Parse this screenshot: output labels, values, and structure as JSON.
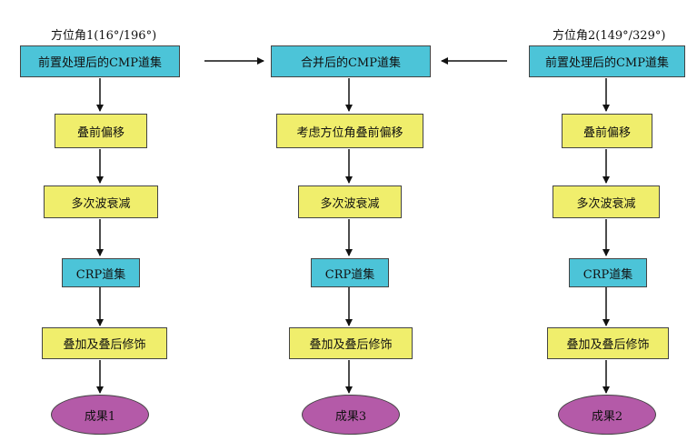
{
  "colors": {
    "process": "#f0ee6c",
    "data": "#4cc4d8",
    "result": "#b45aa8",
    "arrow": "#111111"
  },
  "left": {
    "header": "方位角1(16°/196°)",
    "gather": "前置处理后的CMP道集",
    "migration": "叠前偏移",
    "multiple": "多次波衰减",
    "crp": "CRP道集",
    "stack": "叠加及叠后修饰",
    "result": "成果1"
  },
  "center": {
    "gather": "合并后的CMP道集",
    "migration": "考虑方位角叠前偏移",
    "multiple": "多次波衰减",
    "crp": "CRP道集",
    "stack": "叠加及叠后修饰",
    "result": "成果3"
  },
  "right": {
    "header": "方位角2(149°/329°)",
    "gather": "前置处理后的CMP道集",
    "migration": "叠前偏移",
    "multiple": "多次波衰减",
    "crp": "CRP道集",
    "stack": "叠加及叠后修饰",
    "result": "成果2"
  }
}
